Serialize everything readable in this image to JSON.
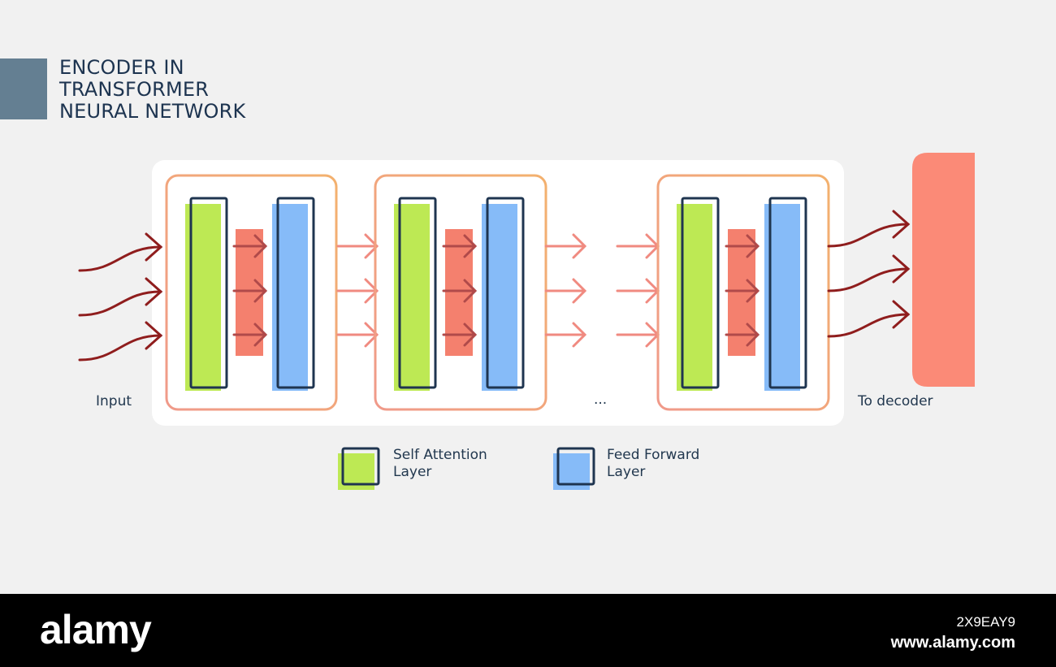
{
  "title": {
    "line1": "ENCODER IN",
    "line2": "TRANSFORMER",
    "line3": "NEURAL NETWORK"
  },
  "labels": {
    "input": "Input",
    "ellipsis": "...",
    "to_decoder": "To decoder"
  },
  "legend": {
    "self_attention": {
      "line1": "Self Attention",
      "line2": "Layer"
    },
    "feed_forward": {
      "line1": "Feed Forward",
      "line2": "Layer"
    }
  },
  "colors": {
    "background": "#f1f1f1",
    "title_accent": "#647f92",
    "title_text": "#1d3450",
    "panel": "#ffffff",
    "encoder_border_start": "#f09a8a",
    "encoder_border_end": "#f3b16e",
    "self_attention_fill": "#bde954",
    "feed_forward_fill": "#86bbf8",
    "layer_outline": "#1f3550",
    "mid_block": "#f4806e",
    "arrow_dark": "#8f1d1d",
    "arrow_light": "#f08a80",
    "decoder": "#fb8a77"
  },
  "watermark": {
    "logo": "alamy",
    "image_id": "2X9EAY9",
    "url": "www.alamy.com"
  }
}
